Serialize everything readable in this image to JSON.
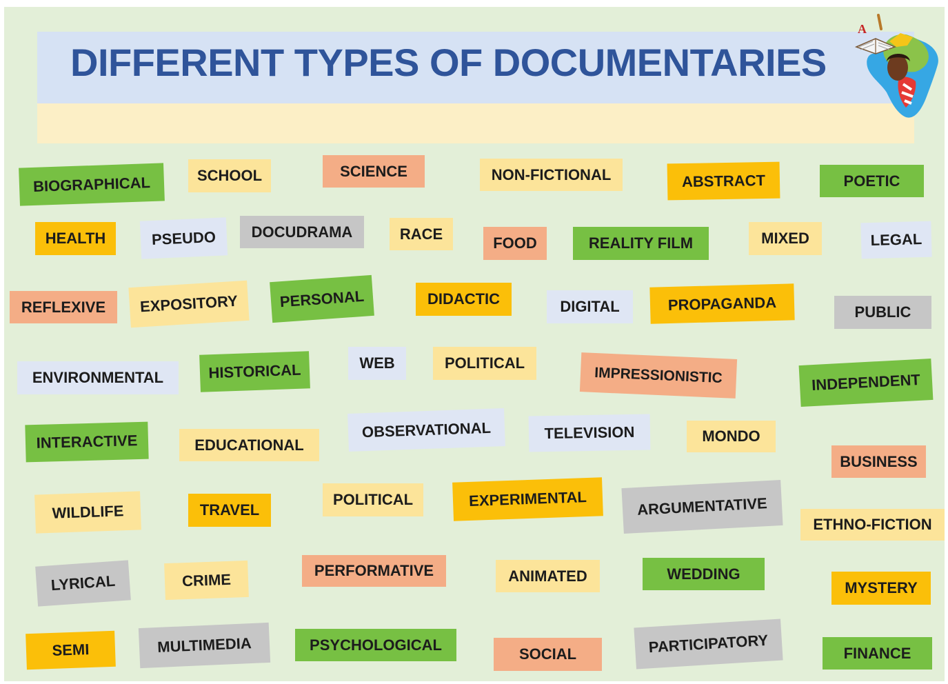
{
  "title": "DIFFERENT TYPES OF DOCUMENTARIES",
  "logo": {
    "icon": "africa-map-reading-woman-icon",
    "letter": "A"
  },
  "colors": {
    "background": "#e3efd8",
    "title_band": "#d6e2f4",
    "lower_band": "#fcefc6",
    "title_text": "#2f549a",
    "green": "#77c043",
    "yellow": "#fce49a",
    "orange": "#fbbf09",
    "salmon": "#f4ad86",
    "gray": "#c6c6c6",
    "blue": "#dfe6f4"
  },
  "tags": [
    {
      "label": "BIOGRAPHICAL",
      "color": "green"
    },
    {
      "label": "SCHOOL",
      "color": "yellow"
    },
    {
      "label": "SCIENCE",
      "color": "salmon"
    },
    {
      "label": "NON-FICTIONAL",
      "color": "yellow"
    },
    {
      "label": "ABSTRACT",
      "color": "orange"
    },
    {
      "label": "POETIC",
      "color": "green"
    },
    {
      "label": "HEALTH",
      "color": "orange"
    },
    {
      "label": "PSEUDO",
      "color": "blue"
    },
    {
      "label": "DOCUDRAMA",
      "color": "gray"
    },
    {
      "label": "RACE",
      "color": "yellow"
    },
    {
      "label": "FOOD",
      "color": "salmon"
    },
    {
      "label": "REALITY FILM",
      "color": "green"
    },
    {
      "label": "MIXED",
      "color": "yellow"
    },
    {
      "label": "LEGAL",
      "color": "blue"
    },
    {
      "label": "REFLEXIVE",
      "color": "salmon"
    },
    {
      "label": "EXPOSITORY",
      "color": "yellow"
    },
    {
      "label": "PERSONAL",
      "color": "green"
    },
    {
      "label": "DIDACTIC",
      "color": "orange"
    },
    {
      "label": "DIGITAL",
      "color": "blue"
    },
    {
      "label": "PROPAGANDA",
      "color": "orange"
    },
    {
      "label": "PUBLIC",
      "color": "gray"
    },
    {
      "label": "ENVIRONMENTAL",
      "color": "blue"
    },
    {
      "label": "HISTORICAL",
      "color": "green"
    },
    {
      "label": "WEB",
      "color": "blue"
    },
    {
      "label": "POLITICAL",
      "color": "yellow"
    },
    {
      "label": "IMPRESSIONISTIC",
      "color": "salmon"
    },
    {
      "label": "INDEPENDENT",
      "color": "green"
    },
    {
      "label": "INTERACTIVE",
      "color": "green"
    },
    {
      "label": "EDUCATIONAL",
      "color": "yellow"
    },
    {
      "label": "OBSERVATIONAL",
      "color": "blue"
    },
    {
      "label": "TELEVISION",
      "color": "blue"
    },
    {
      "label": "MONDO",
      "color": "yellow"
    },
    {
      "label": "BUSINESS",
      "color": "salmon"
    },
    {
      "label": "WILDLIFE",
      "color": "yellow"
    },
    {
      "label": "TRAVEL",
      "color": "orange"
    },
    {
      "label": "POLITICAL",
      "color": "yellow"
    },
    {
      "label": "EXPERIMENTAL",
      "color": "orange"
    },
    {
      "label": "ARGUMENTATIVE",
      "color": "gray"
    },
    {
      "label": "ETHNO-FICTION",
      "color": "yellow"
    },
    {
      "label": "LYRICAL",
      "color": "gray"
    },
    {
      "label": "CRIME",
      "color": "yellow"
    },
    {
      "label": "PERFORMATIVE",
      "color": "salmon"
    },
    {
      "label": "ANIMATED",
      "color": "yellow"
    },
    {
      "label": "WEDDING",
      "color": "green"
    },
    {
      "label": "MYSTERY",
      "color": "orange"
    },
    {
      "label": "SEMI",
      "color": "orange"
    },
    {
      "label": "MULTIMEDIA",
      "color": "gray"
    },
    {
      "label": "PSYCHOLOGICAL",
      "color": "green"
    },
    {
      "label": "SOCIAL",
      "color": "salmon"
    },
    {
      "label": "PARTICIPATORY",
      "color": "gray"
    },
    {
      "label": "FINANCE",
      "color": "green"
    }
  ]
}
